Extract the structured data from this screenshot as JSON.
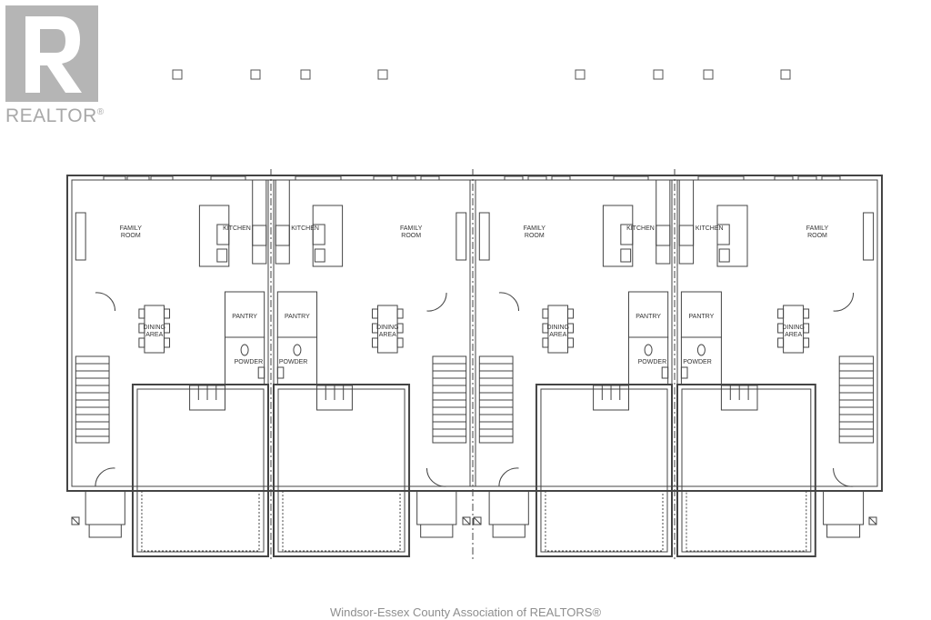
{
  "brand": {
    "logo_text": "REALTOR",
    "logo_reg": "®",
    "logo_color": "#b5b5b5"
  },
  "footer": {
    "credit": "Windsor-Essex County Association of REALTORS®"
  },
  "plan": {
    "line_color": "#444444",
    "units": [
      {
        "family": "FAMILY\nROOM",
        "kitchen": "KITCHEN",
        "pantry": "PANTRY",
        "dining": "DINING\nAREA",
        "powder": "POWDER"
      },
      {
        "family": "FAMILY\nROOM",
        "kitchen": "KITCHEN",
        "pantry": "PANTRY",
        "dining": "DINING\nAREA",
        "powder": "POWDER"
      },
      {
        "family": "FAMILY\nROOM",
        "kitchen": "KITCHEN",
        "pantry": "PANTRY",
        "dining": "DINING\nAREA",
        "powder": "POWDER"
      },
      {
        "family": "FAMILY\nROOM",
        "kitchen": "KITCHEN",
        "pantry": "PANTRY",
        "dining": "DINING\nAREA",
        "powder": "POWDER"
      }
    ]
  }
}
